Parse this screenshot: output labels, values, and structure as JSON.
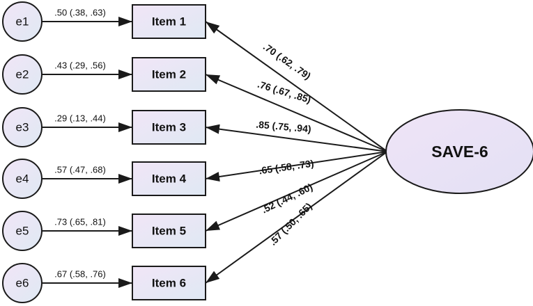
{
  "latent": {
    "label": "SAVE-6"
  },
  "items": [
    {
      "error": "e1",
      "item": "Item 1",
      "error_path": ".50 (.38, .63)",
      "loading": ".70 (.62, .79)"
    },
    {
      "error": "e2",
      "item": "Item 2",
      "error_path": ".43 (.29, .56)",
      "loading": ".76 (.67, .85)"
    },
    {
      "error": "e3",
      "item": "Item 3",
      "error_path": ".29 (.13, .44)",
      "loading": ".85 (.75, .94)"
    },
    {
      "error": "e4",
      "item": "Item 4",
      "error_path": ".57 (.47, .68)",
      "loading": ".65 (.58, .73)"
    },
    {
      "error": "e5",
      "item": "Item 5",
      "error_path": ".73 (.65, .81)",
      "loading": ".52 (.44, .60)"
    },
    {
      "error": "e6",
      "item": "Item 6",
      "error_path": ".67 (.58, .76)",
      "loading": ".57 (.50, .65)"
    }
  ],
  "colors": {
    "node_fill_start": "#f1e6f7",
    "node_fill_end": "#dfe8f3",
    "stroke": "#1a1a1a"
  }
}
